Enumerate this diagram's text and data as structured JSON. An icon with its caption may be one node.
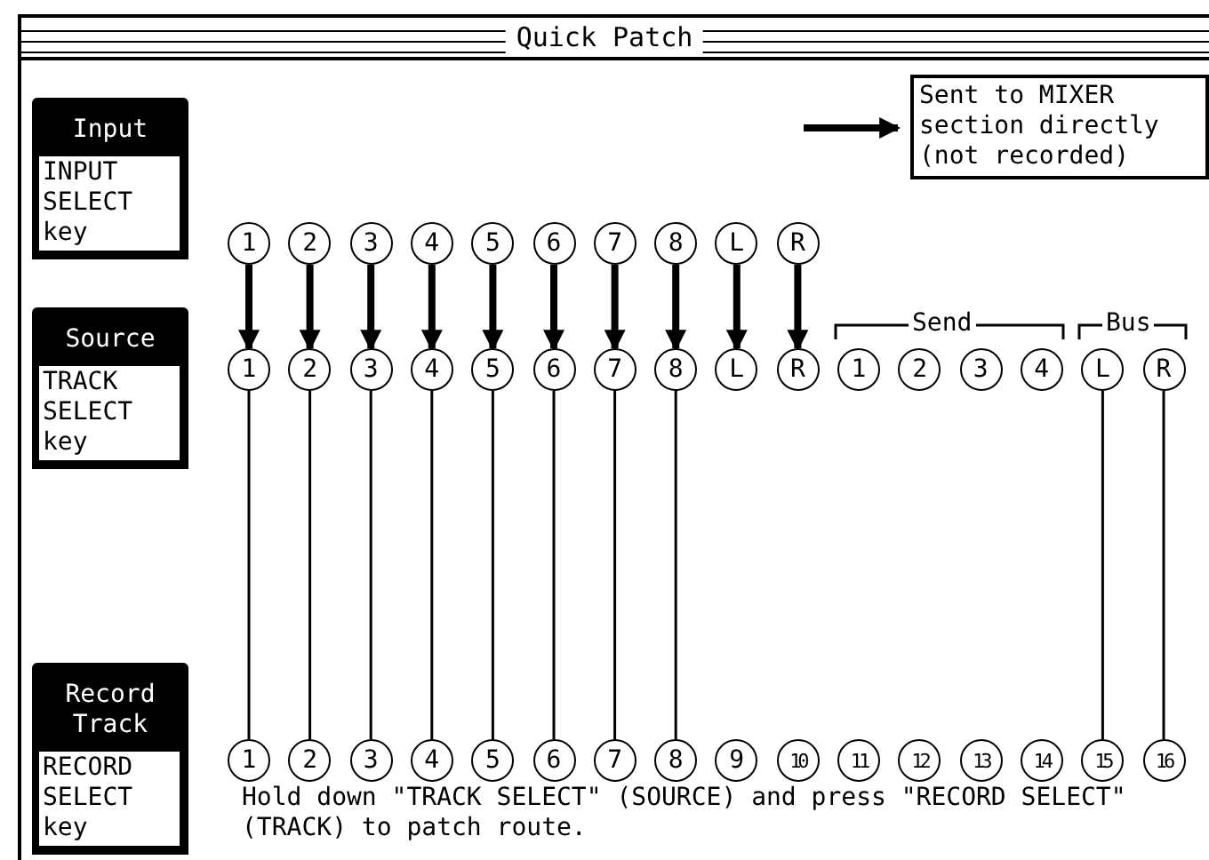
{
  "diagram": {
    "title": "Quick Patch",
    "nodes": [
      {
        "text": [
          "Input",
          "INPUT SELECT key"
        ]
      },
      {
        "text": [
          "Source",
          "TRACK SELECT key"
        ]
      },
      {
        "text": [
          "Record Track",
          "RECORD SELECT key"
        ]
      },
      {
        "text": [
          "1"
        ]
      },
      {
        "text": [
          "2"
        ]
      },
      {
        "text": [
          "3"
        ]
      },
      {
        "text": [
          "4"
        ]
      },
      {
        "text": [
          "5"
        ]
      },
      {
        "text": [
          "6"
        ]
      },
      {
        "text": [
          "7"
        ]
      },
      {
        "text": [
          "8"
        ]
      },
      {
        "text": [
          "L"
        ]
      },
      {
        "text": [
          "R"
        ]
      },
      {
        "text": [
          "1"
        ]
      },
      {
        "text": [
          "2"
        ]
      },
      {
        "text": [
          "3"
        ]
      },
      {
        "text": [
          "4"
        ]
      },
      {
        "text": [
          "5"
        ]
      },
      {
        "text": [
          "6"
        ]
      },
      {
        "text": [
          "7"
        ]
      },
      {
        "text": [
          "8"
        ]
      },
      {
        "text": [
          "L"
        ]
      },
      {
        "text": [
          "R"
        ]
      },
      {
        "text": [
          "1"
        ]
      },
      {
        "text": [
          "2"
        ]
      },
      {
        "text": [
          "3"
        ]
      },
      {
        "text": [
          "4"
        ]
      },
      {
        "text": [
          "L"
        ]
      },
      {
        "text": [
          "R"
        ]
      },
      {
        "text": [
          "1"
        ]
      },
      {
        "text": [
          "2"
        ]
      },
      {
        "text": [
          "3"
        ]
      },
      {
        "text": [
          "4"
        ]
      },
      {
        "text": [
          "5"
        ]
      },
      {
        "text": [
          "6"
        ]
      },
      {
        "text": [
          "7"
        ]
      },
      {
        "text": [
          "8"
        ]
      },
      {
        "text": [
          "9"
        ]
      },
      {
        "text": [
          "10"
        ]
      },
      {
        "text": [
          "11"
        ]
      },
      {
        "text": [
          "12"
        ]
      },
      {
        "text": [
          "13"
        ]
      },
      {
        "text": [
          "14"
        ]
      },
      {
        "text": [
          "15"
        ]
      },
      {
        "text": [
          "16"
        ]
      }
    ],
    "edges": [
      {
        "from": 3,
        "to": 13,
        "arrow": "to",
        "style": "thick"
      },
      {
        "from": 4,
        "to": 14,
        "arrow": "to",
        "style": "thick"
      },
      {
        "from": 5,
        "to": 15,
        "arrow": "to",
        "style": "thick"
      },
      {
        "from": 6,
        "to": 16,
        "arrow": "to",
        "style": "thick"
      },
      {
        "from": 7,
        "to": 17,
        "arrow": "to",
        "style": "thick"
      },
      {
        "from": 8,
        "to": 18,
        "arrow": "to",
        "style": "thick"
      },
      {
        "from": 9,
        "to": 19,
        "arrow": "to",
        "style": "thick"
      },
      {
        "from": 10,
        "to": 20,
        "arrow": "to",
        "style": "thick"
      },
      {
        "from": 11,
        "to": 21,
        "arrow": "to",
        "style": "thick"
      },
      {
        "from": 12,
        "to": 22,
        "arrow": "to",
        "style": "thick"
      },
      {
        "from": 13,
        "to": 29,
        "arrow": "none"
      },
      {
        "from": 14,
        "to": 30,
        "arrow": "none"
      },
      {
        "from": 15,
        "to": 31,
        "arrow": "none"
      },
      {
        "from": 16,
        "to": 32,
        "arrow": "none"
      },
      {
        "from": 17,
        "to": 33,
        "arrow": "none"
      },
      {
        "from": 18,
        "to": 34,
        "arrow": "none"
      },
      {
        "from": 19,
        "to": 35,
        "arrow": "none"
      },
      {
        "from": 20,
        "to": 36,
        "arrow": "none"
      },
      {
        "from": 27,
        "to": 43,
        "arrow": "none"
      },
      {
        "from": 28,
        "to": 44,
        "arrow": "none"
      }
    ],
    "labels": [
      "Send",
      "Bus",
      "Hold down \"TRACK SELECT\" (SOURCE) and press \"RECORD SELECT\" (TRACK) to patch route."
    ],
    "legend": [
      {
        "text": "Sent to MIXER section directly (not recorded)"
      }
    ]
  }
}
